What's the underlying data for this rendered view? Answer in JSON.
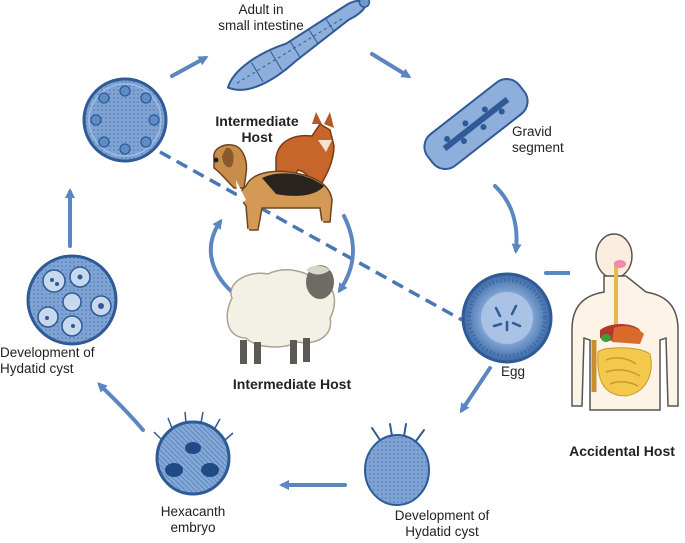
{
  "labels": {
    "adult": "Adult in\nsmall intestine",
    "gravid": "Gravid\nsegment",
    "egg": "Egg",
    "accidental_host": "Accidental Host",
    "development_left": "Development of\nHydatid cyst",
    "development_bottom": "Development of\nHydatid cyst",
    "hexacanth": "Hexacanth\nembryo",
    "intermediate_host_top": "Intermediate\nHost",
    "intermediate_host_bottom": "Intermediate Host"
  },
  "colors": {
    "arrow": "#5b86c0",
    "stage_fill": "#6f98cc",
    "stage_dark": "#2f5a96",
    "dashed_line": "#4a78b5"
  },
  "icons": [
    "adult-tapeworm-icon",
    "gravid-segment-icon",
    "egg-icon",
    "hexacanth-embryo-icon",
    "oncosphere-icon",
    "hydatid-cyst-icon",
    "protoscolex-icon",
    "dog-icon",
    "fox-icon",
    "sheep-icon",
    "human-body-icon"
  ]
}
